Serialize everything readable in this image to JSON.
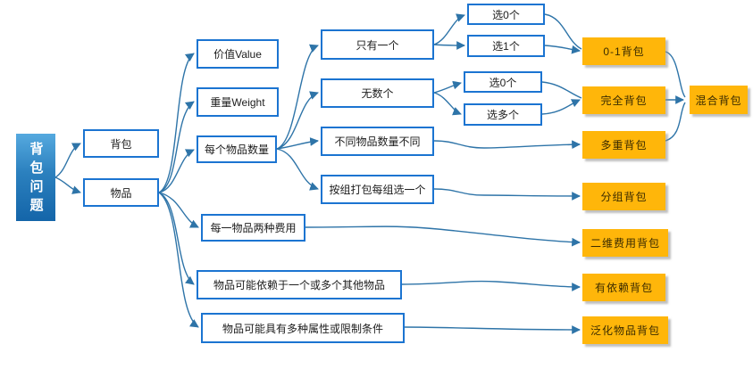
{
  "diagram": {
    "root": {
      "label": "背包问题"
    },
    "level1": {
      "knapsack": "背包",
      "items": "物品"
    },
    "attributes": {
      "value": "价值Value",
      "weight": "重量Weight",
      "quantity": "每个物品数量",
      "two_costs": "每一物品两种费用",
      "dependency": "物品可能依赖于一个或多个其他物品",
      "multi_attr": "物品可能具有多种属性或限制条件"
    },
    "quantity_cases": {
      "only_one": "只有一个",
      "unlimited": "无数个",
      "different": "不同物品数量不同",
      "grouped": "按组打包每组选一个"
    },
    "choices": {
      "only_one_zero": "选0个",
      "only_one_one": "选1个",
      "unlimited_zero": "选0个",
      "unlimited_many": "选多个"
    },
    "results": {
      "zero_one": "0-1背包",
      "complete": "完全背包",
      "multiple": "多重背包",
      "group": "分组背包",
      "two_dim": "二维费用背包",
      "dependent": "有依赖背包",
      "generalized": "泛化物品背包",
      "mixed": "混合背包"
    },
    "colors": {
      "node_border": "#1B74D1",
      "edge": "#2E74A8",
      "result_bg": "#FFB60A",
      "result_text": "#3A2B00",
      "root_gradient_top": "#55A9DF",
      "root_gradient_bottom": "#1465A9",
      "root_text": "#FFFFFF"
    }
  }
}
